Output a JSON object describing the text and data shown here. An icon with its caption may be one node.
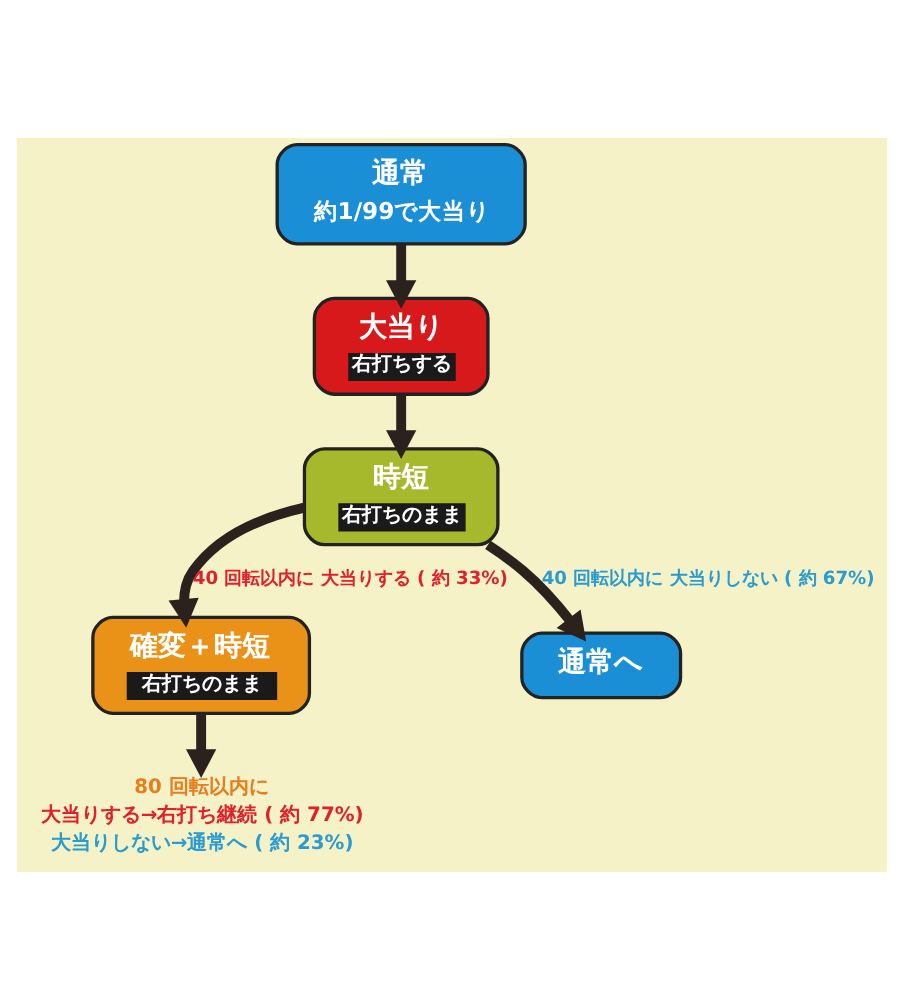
{
  "diagram": {
    "nodes": [
      {
        "text": [
          "通常",
          "約1/99で大当り"
        ]
      },
      {
        "text": [
          "大当り",
          "右打ちする"
        ]
      },
      {
        "text": [
          "時短",
          "右打ちのまま"
        ]
      },
      {
        "text": [
          "確変＋時短",
          "右打ちのまま"
        ]
      },
      {
        "text": [
          "通常へ"
        ]
      },
      {
        "text": [
          "80 回転以内に",
          "大当りする→右打ち継続 ( 約 77%)",
          "大当りしない→通常へ ( 約 23%)"
        ]
      }
    ],
    "edges": [
      {
        "from": 0,
        "to": 1,
        "arrow": "to"
      },
      {
        "from": 1,
        "to": 2,
        "arrow": "to"
      },
      {
        "from": 2,
        "to": 3,
        "arrow": "to",
        "label": "40 回転以内に 大当りする ( 約 33%)"
      },
      {
        "from": 2,
        "to": 4,
        "arrow": "to",
        "label": "40 回転以内に 大当りしない ( 約 67%)"
      },
      {
        "from": 3,
        "to": 5,
        "arrow": "to"
      }
    ]
  }
}
